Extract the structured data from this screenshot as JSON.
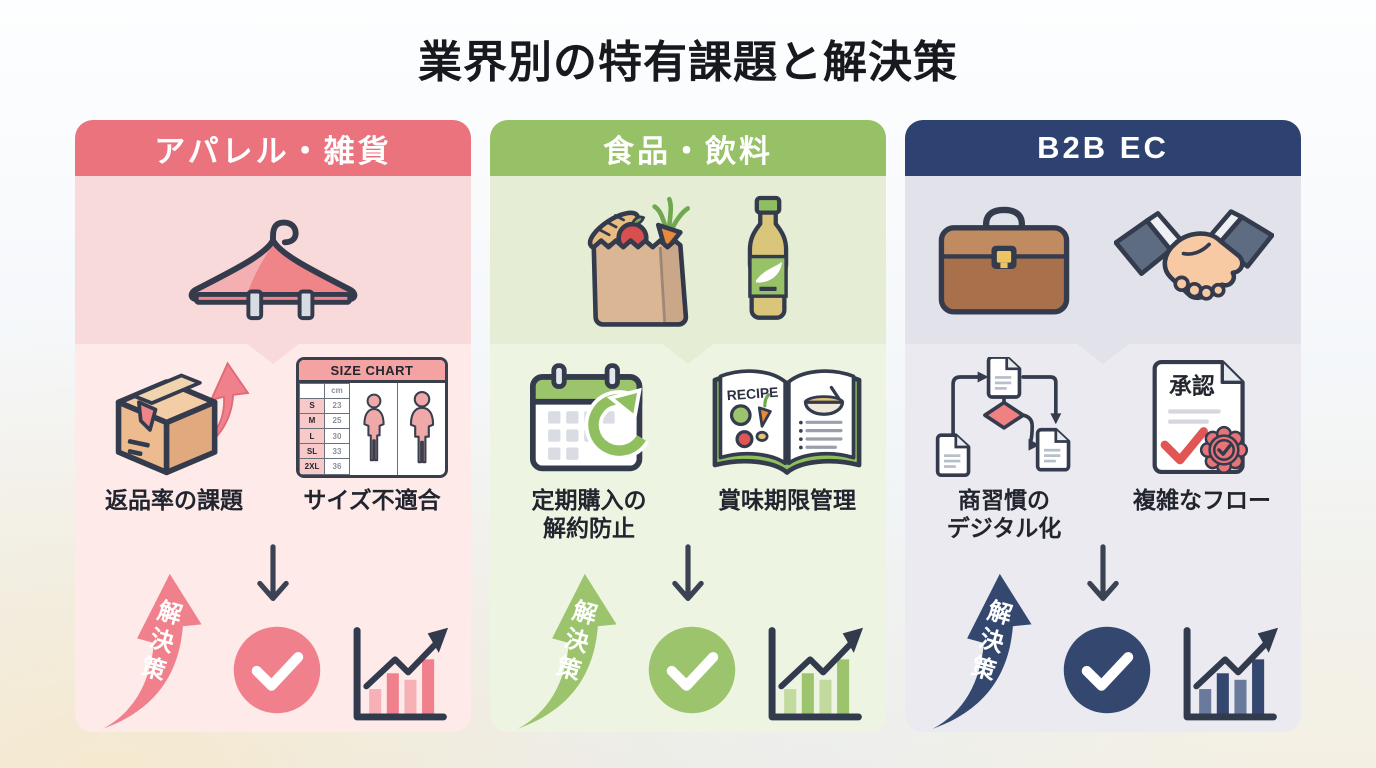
{
  "page": {
    "title": "業界別の特有課題と解決策"
  },
  "columns": [
    {
      "header": "アパレル・雑貨",
      "theme": {
        "header_bg": "#ea737e",
        "icon_section_bg": "#f9dada",
        "body_bg": "#fdeae9",
        "accent": "#f0808b"
      },
      "hero_icons": [
        "hanger-icon"
      ],
      "challenges": [
        {
          "icon": "return-box-icon",
          "label": "返品率の課題"
        },
        {
          "icon": "size-chart-icon",
          "label": "サイズ不適合"
        }
      ],
      "solution_label": "解決策"
    },
    {
      "header": "食品・飲料",
      "theme": {
        "header_bg": "#97c167",
        "icon_section_bg": "#e5eed4",
        "body_bg": "#eef4e2",
        "accent": "#9cc46d"
      },
      "hero_icons": [
        "grocery-bag-icon",
        "bottle-icon"
      ],
      "challenges": [
        {
          "icon": "calendar-repeat-icon",
          "label": "定期購入の\n解約防止"
        },
        {
          "icon": "recipe-book-icon",
          "label": "賞味期限管理"
        }
      ],
      "solution_label": "解決策"
    },
    {
      "header": "B2B EC",
      "theme": {
        "header_bg": "#2d4270",
        "icon_section_bg": "#e2e3ea",
        "body_bg": "#eaeaf0",
        "accent": "#34476f"
      },
      "hero_icons": [
        "briefcase-icon",
        "handshake-icon"
      ],
      "challenges": [
        {
          "icon": "flowchart-icon",
          "label": "商習慣の\nデジタル化"
        },
        {
          "icon": "approval-doc-icon",
          "label": "複雑なフロー"
        }
      ],
      "solution_label": "解決策"
    }
  ],
  "icon_text": {
    "size_chart": {
      "title": "SIZE CHART",
      "unit": "cm",
      "rows": [
        {
          "size": "S",
          "value": "23"
        },
        {
          "size": "M",
          "value": "25"
        },
        {
          "size": "L",
          "value": "30"
        },
        {
          "size": "SL",
          "value": "33"
        },
        {
          "size": "2XL",
          "value": "36"
        }
      ]
    },
    "recipe_book": {
      "title": "RECIPE"
    },
    "approval_doc": {
      "title": "承認"
    }
  }
}
